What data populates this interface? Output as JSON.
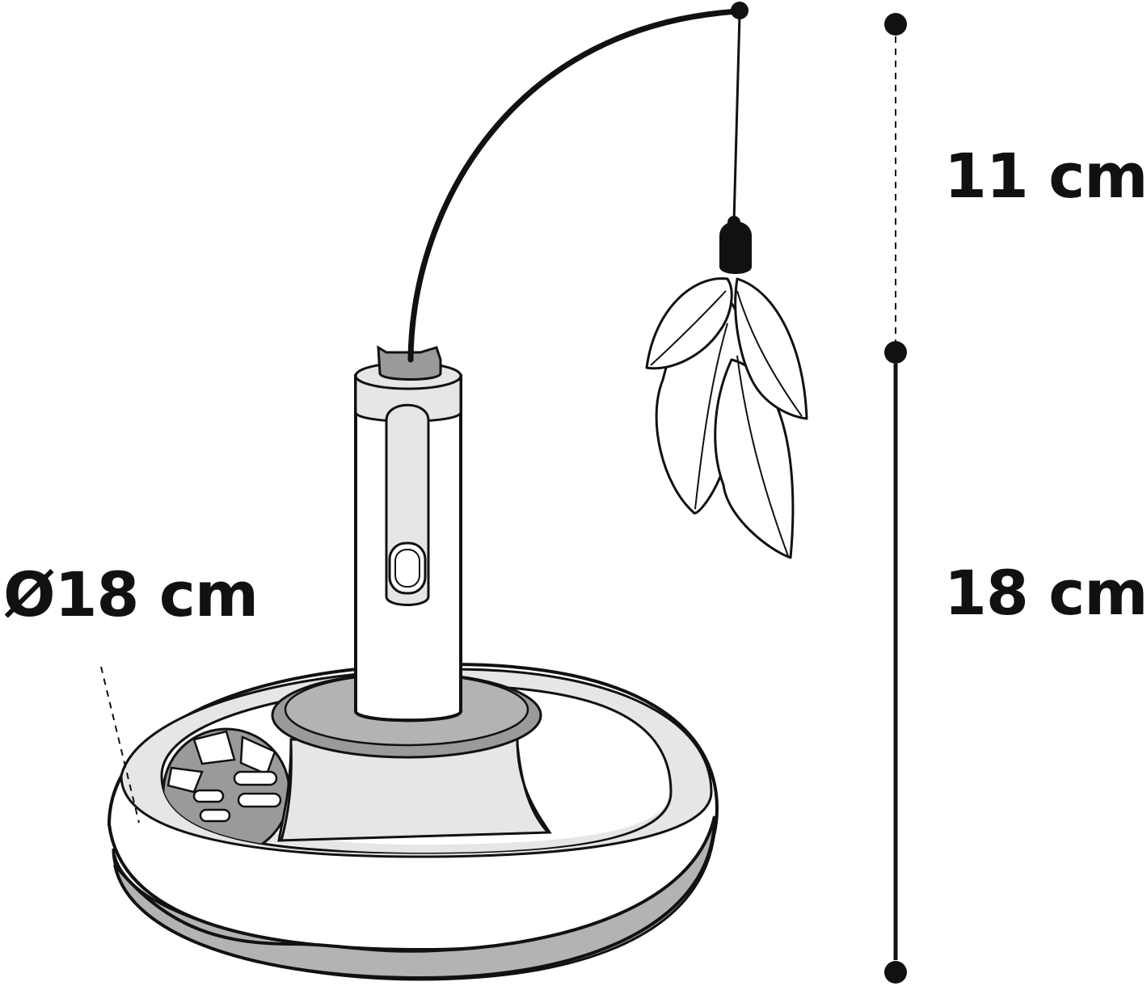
{
  "dimensions": {
    "upper_height": "11 cm",
    "lower_height": "18 cm",
    "diameter": "Ø18 cm"
  },
  "colors": {
    "ink": "#111111",
    "light_gray": "#e6e6e6",
    "mid_gray": "#b3b3b3",
    "dark_gray": "#9a9a9a",
    "white": "#ffffff"
  }
}
